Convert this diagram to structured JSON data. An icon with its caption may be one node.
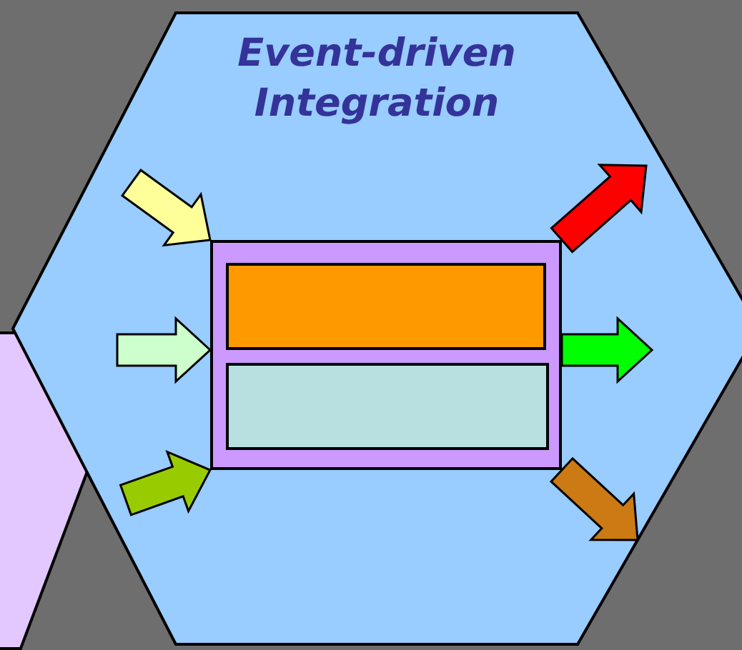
{
  "diagram": {
    "nodes": [
      {
        "text": [
          "Event-driven Integration"
        ]
      },
      {
        "text": [],
        "shape": "box",
        "in": 0
      },
      {
        "text": [],
        "shape": "box",
        "in": 1
      },
      {
        "text": [],
        "shape": "box",
        "in": 1
      },
      {
        "text": [],
        "shape": "hexagon"
      }
    ],
    "edges": [
      {
        "from": null,
        "to": 1,
        "arrow": "to",
        "color": "#ffff99"
      },
      {
        "from": null,
        "to": 1,
        "arrow": "to",
        "color": "#ccffcc"
      },
      {
        "from": null,
        "to": 1,
        "arrow": "to",
        "color": "#99cc00"
      },
      {
        "from": 1,
        "to": null,
        "arrow": "to",
        "color": "#ff0000"
      },
      {
        "from": 1,
        "to": null,
        "arrow": "to",
        "color": "#00ff00"
      },
      {
        "from": 1,
        "to": null,
        "arrow": "to",
        "color": "#cc7a14"
      }
    ]
  }
}
